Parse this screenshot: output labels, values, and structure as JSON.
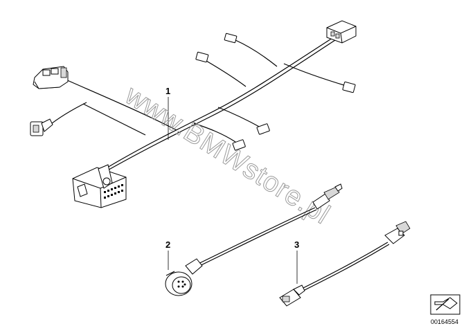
{
  "callouts": {
    "part1": "1",
    "part2": "2",
    "part3": "3"
  },
  "watermark": "www.BMWstore.pl",
  "catalog_number": "00164554",
  "icons": {
    "harness": "wiring-harness-icon",
    "sensor2": "angle-connector-sensor-icon",
    "sensor3": "probe-sensor-icon",
    "nav": "arrow-tag-icon"
  }
}
